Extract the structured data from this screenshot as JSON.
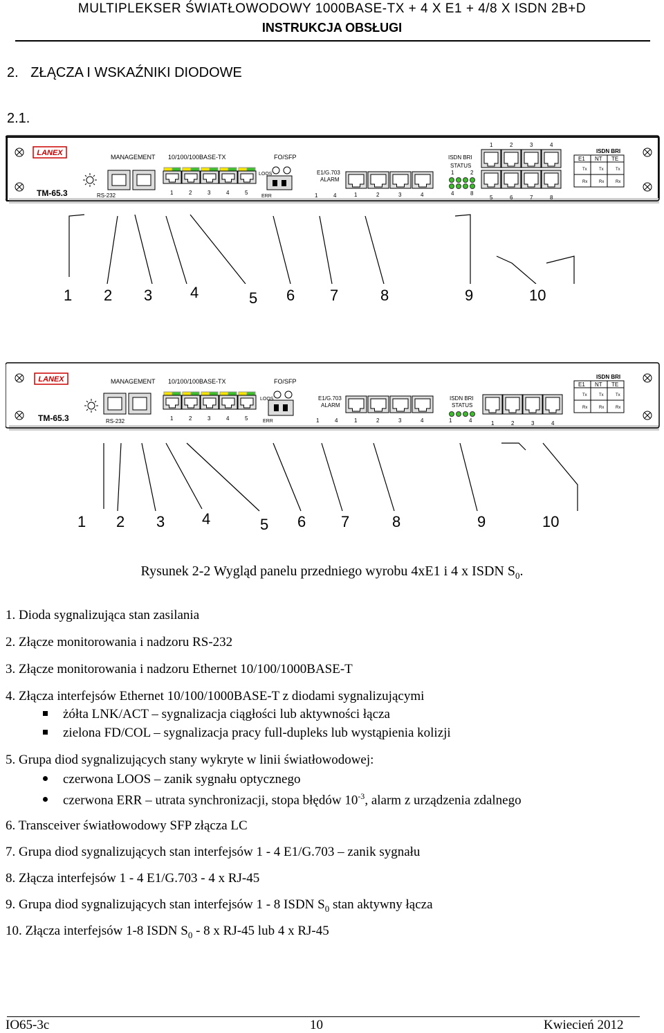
{
  "header": {
    "title": "Multiplekser światłowodowy 1000Base-TX + 4 x E1 + 4/8 x ISDN 2B+D",
    "subtitle": "Instrukcja obsługi"
  },
  "section": {
    "number": "2.",
    "title": "ZŁĄCZA I WSKAŹNIKI DIODOWE",
    "sub_number": "2.1."
  },
  "panel1": {
    "model": "TM-65.3",
    "logo": "LANEX",
    "management": "MANAGEMENT",
    "ethernet": "10/100/100BASE-TX",
    "fo": "FO/SFP",
    "loos": "LOOS",
    "err": "ERR",
    "rs232": "RS-232",
    "e1_label1": "E1/G.703",
    "e1_label2": "ALARM",
    "isdn_bri": "ISDN BRI",
    "status": "STATUS",
    "table_header": "ISDN BRI",
    "e1": "E1",
    "nt": "NT",
    "te": "TE",
    "eth_ports": [
      "1",
      "2",
      "3",
      "4",
      "5"
    ],
    "e1_ports": [
      "1",
      "2",
      "3",
      "4"
    ],
    "isdn_top": [
      "1",
      "2",
      "3",
      "4"
    ],
    "isdn_bottom": [
      "5",
      "6",
      "7",
      "8"
    ],
    "alarm_range": [
      "1",
      "4"
    ],
    "status_top": [
      "1",
      "2"
    ],
    "status_bottom": [
      "4",
      "8"
    ],
    "tx": "Tx",
    "rx": "Rx"
  },
  "panel2": {
    "model": "TM-65.3",
    "logo": "LANEX",
    "management": "MANAGEMENT",
    "ethernet": "10/100/100BASE-TX",
    "fo": "FO/SFP",
    "loos": "LOOS",
    "err": "ERR",
    "rs232": "RS-232",
    "e1_label1": "E1/G.703",
    "e1_label2": "ALARM",
    "isdn_bri": "ISDN BRI",
    "status": "STATUS",
    "table_header": "ISDN BRI",
    "e1": "E1",
    "nt": "NT",
    "te": "TE",
    "eth_ports": [
      "1",
      "2",
      "3",
      "4",
      "5"
    ],
    "e1_ports": [
      "1",
      "2",
      "3",
      "4"
    ],
    "isdn_ports": [
      "1",
      "2",
      "3",
      "4"
    ],
    "alarm_range": [
      "1",
      "4"
    ],
    "status_range": [
      "1",
      "4"
    ],
    "tx": "Tx",
    "rx": "Rx"
  },
  "callouts": [
    "1",
    "2",
    "3",
    "4",
    "5",
    "6",
    "7",
    "8",
    "9",
    "10"
  ],
  "caption": {
    "text": "Rysunek 2-2 Wygląd panelu przedniego wyrobu 4xE1 i 4 x ISDN S",
    "sub": "0",
    "end": "."
  },
  "items": [
    {
      "num": "1.",
      "text": "Dioda sygnalizująca stan zasilania"
    },
    {
      "num": "2.",
      "text": "Złącze monitorowania i nadzoru RS-232"
    },
    {
      "num": "3.",
      "text": "Złącze monitorowania i nadzoru Ethernet 10/100/1000BASE-T"
    },
    {
      "num": "4.",
      "text": "Złącza interfejsów Ethernet 10/100/1000BASE-T z diodami sygnalizującymi"
    },
    {
      "num": "5.",
      "text": "Grupa diod sygnalizujących stany wykryte w linii światłowodowej:"
    },
    {
      "num": "6.",
      "text": "Transceiver światłowodowy SFP złącza LC"
    },
    {
      "num": "7.",
      "text": "Grupa diod sygnalizujących stan interfejsów 1 - 4 E1/G.703 – zanik sygnału"
    },
    {
      "num": "8.",
      "text": "Złącza interfejsów 1 - 4 E1/G.703 - 4 x RJ-45"
    },
    {
      "num": "9.",
      "text": "Grupa diod sygnalizujących stan interfejsów 1 - 8 ISDN S"
    },
    {
      "num": "10.",
      "text": "Złącza interfejsów 1-8 ISDN S"
    }
  ],
  "item9_tail": " stan aktywny łącza",
  "item10_tail": " - 8 x RJ-45 lub 4 x RJ-45",
  "sub_zero": "0",
  "bullets4": [
    "żółta LNK/ACT – sygnalizacja ciągłości lub aktywności łącza",
    "zielona FD/COL – sygnalizacja pracy full-dupleks lub wystąpienia kolizji"
  ],
  "bullets5": [
    "czerwona LOOS – zanik sygnału optycznego",
    "czerwona ERR – utrata synchronizacji, stopa błędów 10"
  ],
  "bullet5_sup": "-3",
  "bullet5_tail": ", alarm z urządzenia zdalnego",
  "footer": {
    "left": "IO65-3c",
    "center": "10",
    "right": "Kwiecień 2012"
  }
}
